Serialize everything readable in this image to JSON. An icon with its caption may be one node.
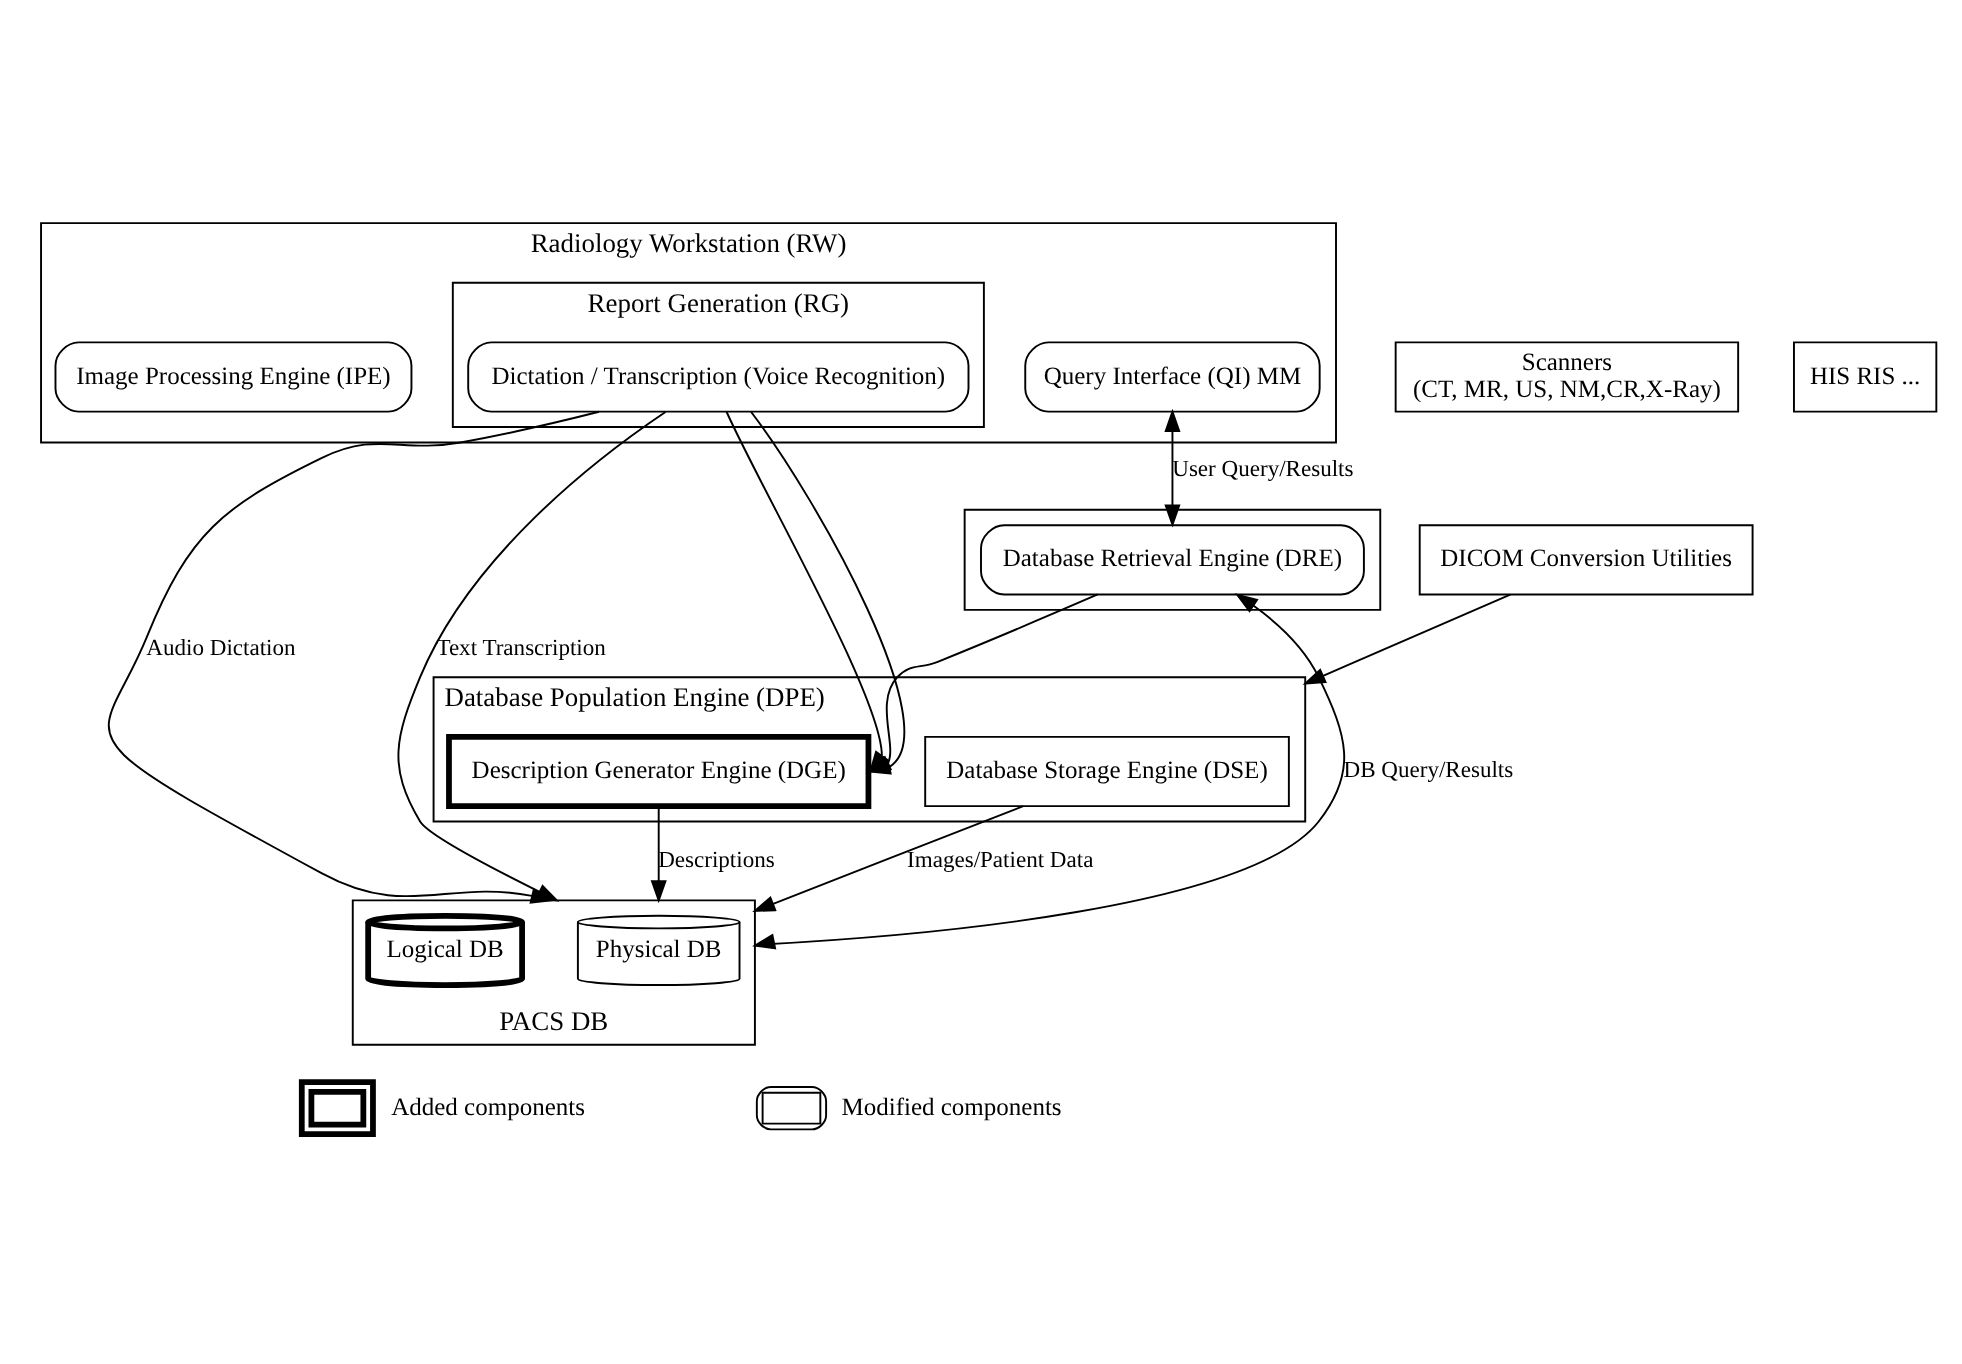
{
  "diagram": {
    "nodes": [
      {
        "text": [
          "Scanners",
          "(CT, MR, US, NM,CR,X-Ray)"
        ]
      },
      {
        "text": [
          "HIS RIS ..."
        ]
      },
      {
        "text": [
          "DICOM Conversion Utilities"
        ]
      },
      {
        "text": [
          "Database Population Engine (DPE)"
        ]
      },
      {
        "text": [
          "Database Storage Engine (DSE)"
        ],
        "in": 3
      },
      {
        "text": [
          "Description Generator Engine (DGE)"
        ],
        "in": 3
      },
      {
        "text": [
          "Radiology Workstation (RW)"
        ]
      },
      {
        "text": [
          "Query Interface (QI) MM"
        ],
        "in": 6
      },
      {
        "text": [
          "Report Generation (RG)"
        ],
        "in": 6
      },
      {
        "text": [
          "Dictation / Transcription (Voice Recognition)"
        ],
        "in": 8
      },
      {
        "text": [
          "Image Processing Engine (IPE)"
        ],
        "in": 6
      },
      {
        "text": [],
        "shape": "box"
      },
      {
        "text": [
          "Database Retrieval Engine (DRE)"
        ],
        "in": 11
      },
      {
        "text": [
          "PACS DB"
        ]
      },
      {
        "text": [
          "Physical DB"
        ],
        "in": 13
      },
      {
        "text": [
          "Logical DB"
        ],
        "in": 13
      }
    ],
    "edges": [
      {
        "from": 2,
        "to": 3,
        "arrow": "to"
      },
      {
        "from": 7,
        "to": 12,
        "arrow": "both",
        "label": "User Query/Results"
      },
      {
        "from": 4,
        "to": 13,
        "arrow": "to",
        "label": "Images/Patient Data"
      },
      {
        "from": 5,
        "to": 13,
        "arrow": "to",
        "label": "Descriptions"
      },
      {
        "from": 12,
        "to": 13,
        "arrow": "both",
        "label": "DB Query/Results"
      },
      {
        "from": 12,
        "to": 5,
        "arrow": "to"
      },
      {
        "from": 9,
        "to": 13,
        "arrow": "to",
        "label": "Audio Dictation"
      },
      {
        "from": 9,
        "to": 5,
        "arrow": "to"
      },
      {
        "from": 9,
        "to": 13,
        "arrow": "to",
        "label": "Text Transcription"
      },
      {
        "from": 9,
        "to": 5,
        "arrow": "to"
      }
    ],
    "legend": [
      {
        "text": "Added components"
      },
      {
        "text": "Modified components"
      }
    ]
  }
}
